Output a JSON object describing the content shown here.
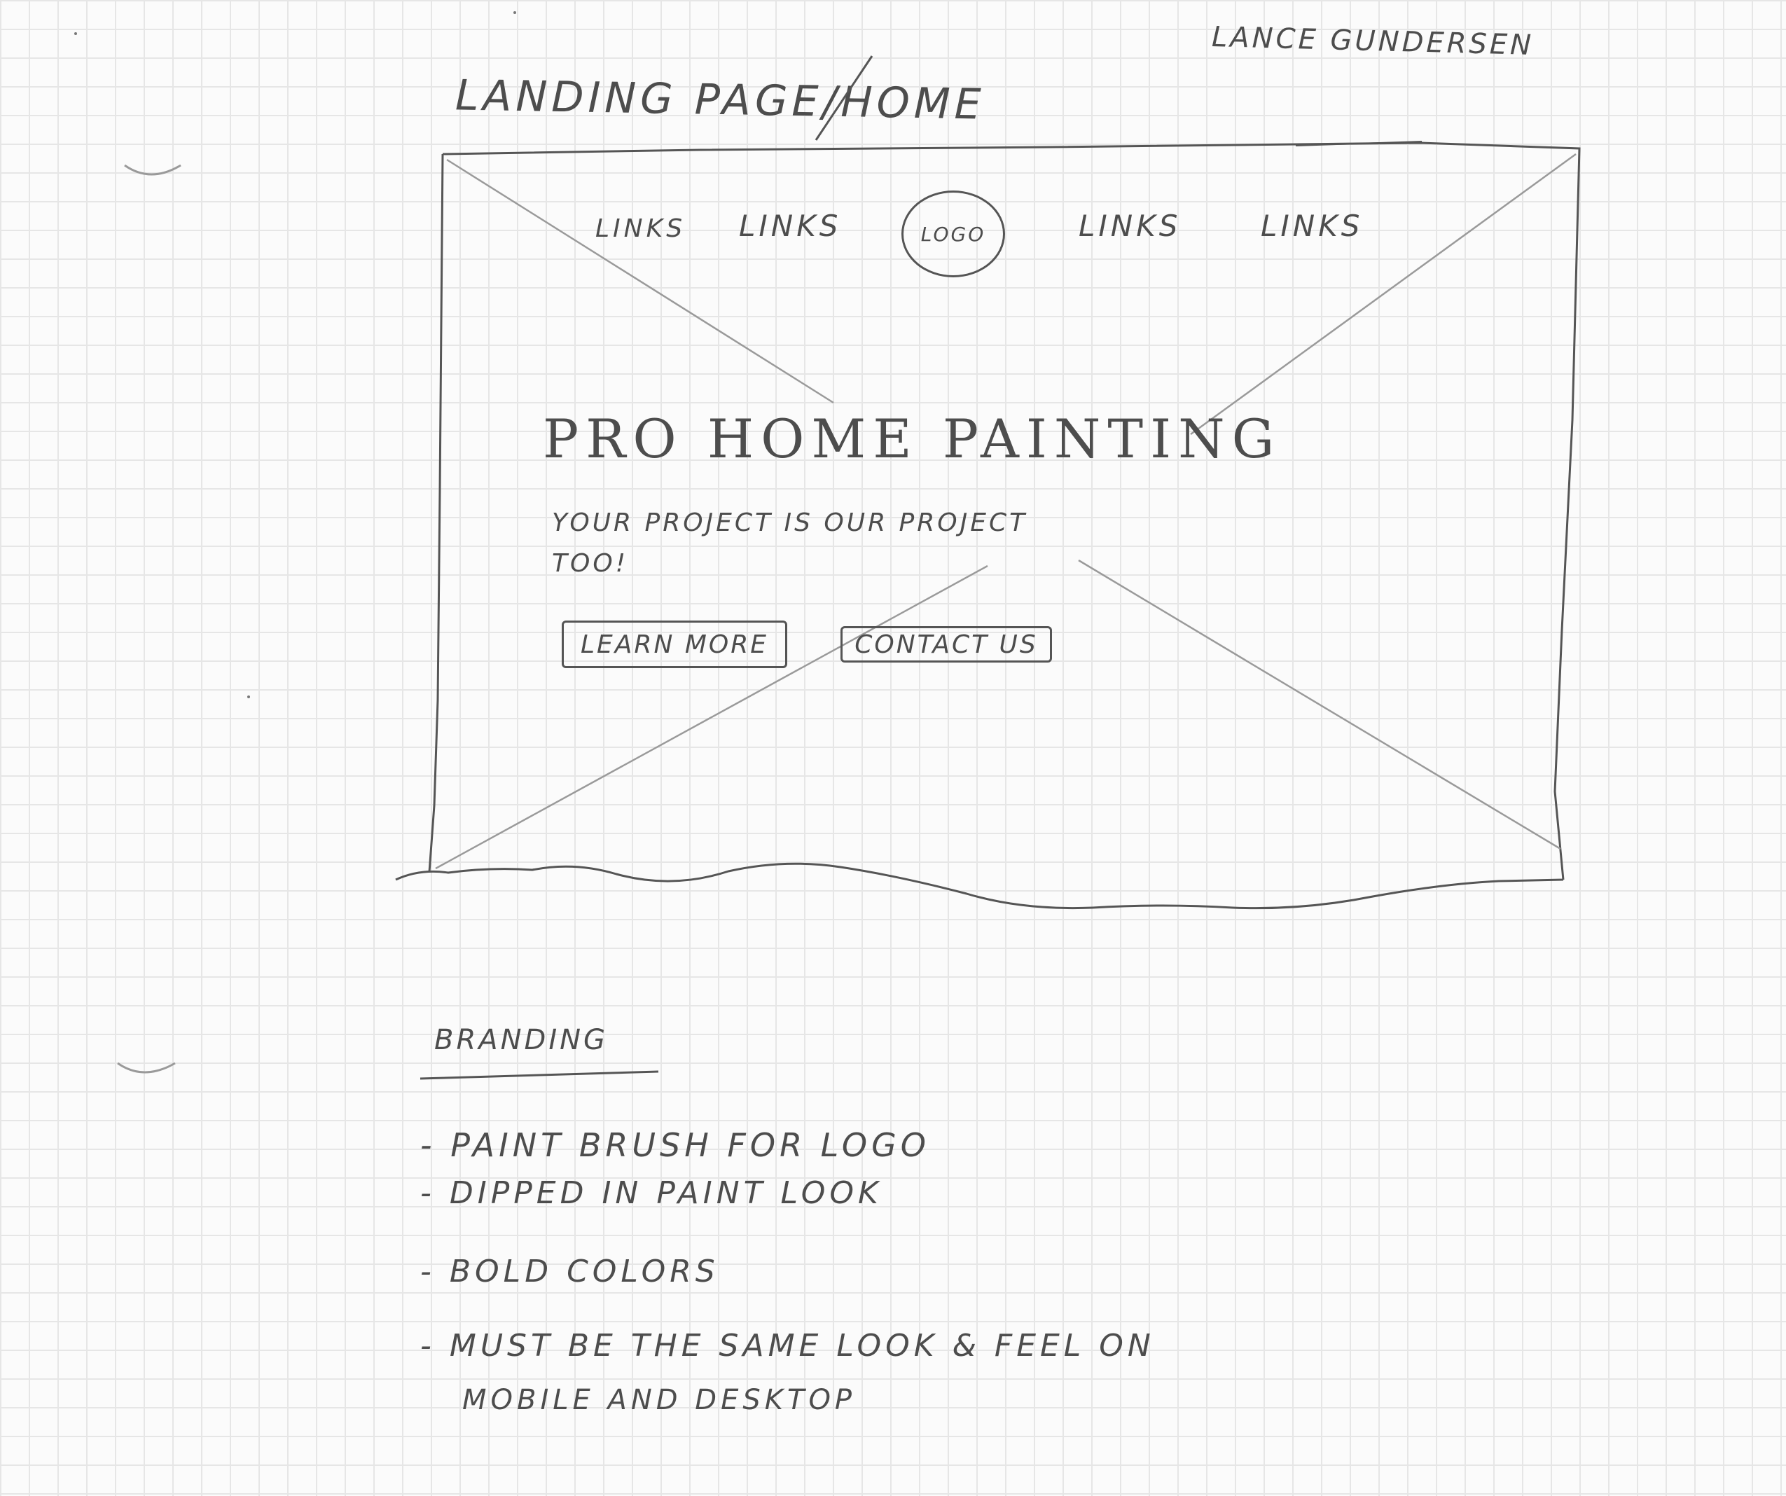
{
  "author": "LANCE GUNDERSEN",
  "page_title": "LANDING PAGE/HOME",
  "wireframe": {
    "nav_links": [
      "LINKS",
      "LINKS",
      "LINKS",
      "LINKS"
    ],
    "logo_label": "LOGO",
    "hero_heading": "PRO HOME PAINTING",
    "hero_tagline": "YOUR PROJECT IS OUR PROJECT TOO!",
    "buttons": {
      "learn_more": "LEARN MORE",
      "contact_us": "CONTACT US"
    }
  },
  "branding": {
    "heading": "BRANDING",
    "notes": [
      "- PAINT BRUSH FOR LOGO",
      "- DIPPED IN PAINT LOOK",
      "- BOLD COLORS",
      "- MUST BE THE SAME LOOK & FEEL ON"
    ],
    "note_continuation": "MOBILE AND DESKTOP"
  },
  "colors": {
    "paper": "#fbfbfb",
    "grid": "#e6e6e6",
    "pencil": "#4d4d4d",
    "light_pencil": "#9a9a9a"
  }
}
